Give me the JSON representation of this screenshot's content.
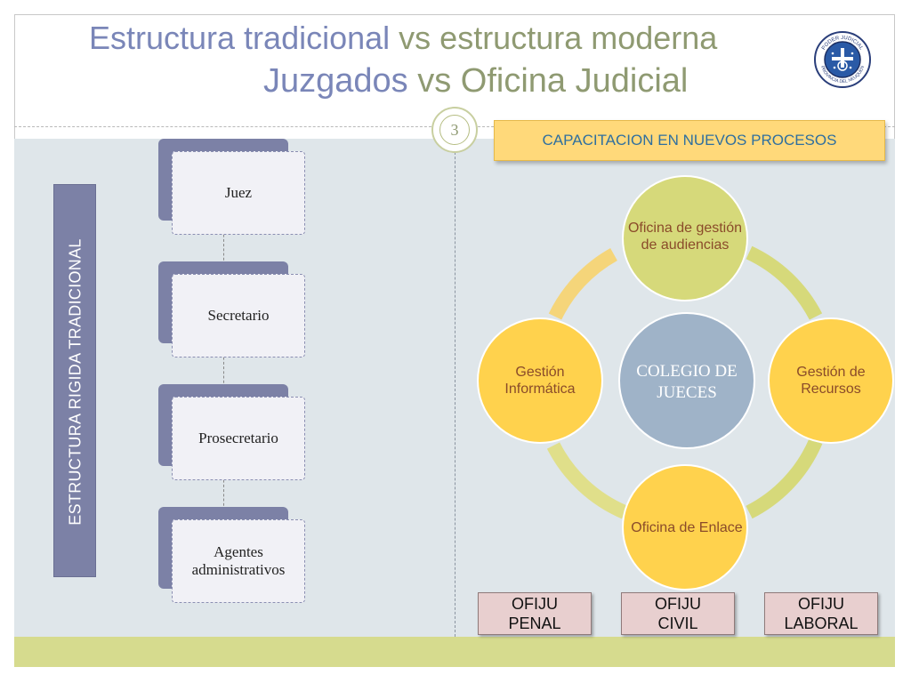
{
  "title": {
    "line1_part1": "Estructura tradicional ",
    "line1_part2": "vs ",
    "line1_part3": "estructura moderna",
    "line2_part1": "Juzgados ",
    "line2_part2": "vs ",
    "line2_part3": "Oficina Judicial"
  },
  "logo": {
    "top_text": "PODER JUDICIAL",
    "bottom_text": "PROVINCIA DEL NEUQUEN"
  },
  "slide_number": "3",
  "vertical_label": "ESTRUCTURA  RIGIDA TRADICIONAL",
  "hierarchy": [
    {
      "label": "Juez"
    },
    {
      "label": "Secretario"
    },
    {
      "label": "Prosecretario"
    },
    {
      "label": "Agentes administrativos"
    }
  ],
  "banner": "CAPACITACION EN NUEVOS PROCESOS",
  "cycle": {
    "center": "COLEGIO DE JUECES",
    "nodes": {
      "top": "Oficina de gestión de audiencias",
      "right": "Gestión de Recursos",
      "bottom": "Oficina de Enlace",
      "left": "Gestión Informática"
    }
  },
  "ofiju": [
    {
      "line1": "OFIJU",
      "line2": "PENAL"
    },
    {
      "line1": "OFIJU",
      "line2": "CIVIL"
    },
    {
      "line1": "OFIJU",
      "line2": "LABORAL"
    }
  ],
  "colors": {
    "title": "#7a86b8",
    "accent_olive": "#8f9a72",
    "panel": "#dfe6ea",
    "band": "#d6db8e",
    "hierarchy_back": "#7c81a6",
    "node_green": "#d6d97a",
    "node_yellow": "#ffd24d",
    "center_blue": "#9fb3c8",
    "banner": "#ffd97a",
    "ofiju": "#e8cfcf"
  }
}
